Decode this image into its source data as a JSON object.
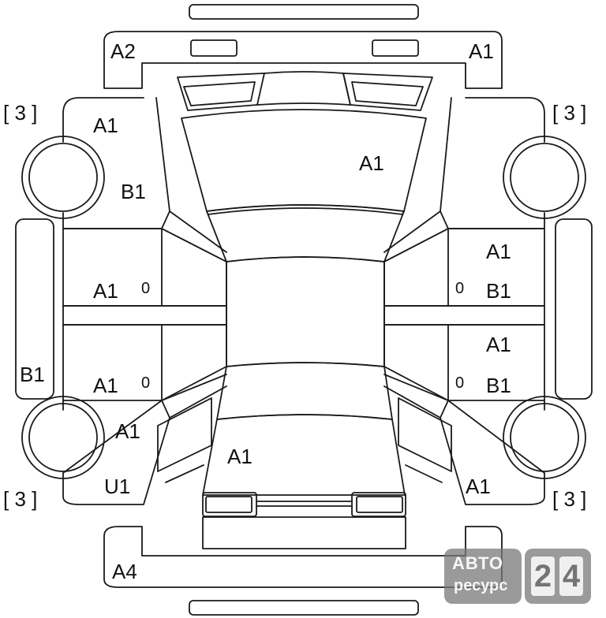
{
  "labels": {
    "front_bumper": "A2",
    "front_right": "A1",
    "left_front_fender_top": "A1",
    "left_front_fender": "B1",
    "hood": "A1",
    "left_front_door": "A1",
    "left_rear_door": "A1",
    "left_sill": "B1",
    "right_front_door_a": "A1",
    "right_front_door_b": "B1",
    "right_rear_door_a": "A1",
    "right_rear_door_b": "B1",
    "left_rear_quarter_a": "A1",
    "left_rear_quarter_u": "U1",
    "trunk": "A1",
    "right_rear_quarter": "A1",
    "rear_bumper": "A4",
    "door_zero_lf": "0",
    "door_zero_lr": "0",
    "door_zero_rf": "0",
    "door_zero_rr": "0"
  },
  "wheels": {
    "front_left": "[ 3 ]",
    "front_right": "[ 3 ]",
    "rear_left": "[ 3 ]",
    "rear_right": "[ 3 ]"
  },
  "watermark": {
    "line1": "АВТО",
    "line2": "ресурс",
    "digit1": "2",
    "digit2": "4"
  }
}
